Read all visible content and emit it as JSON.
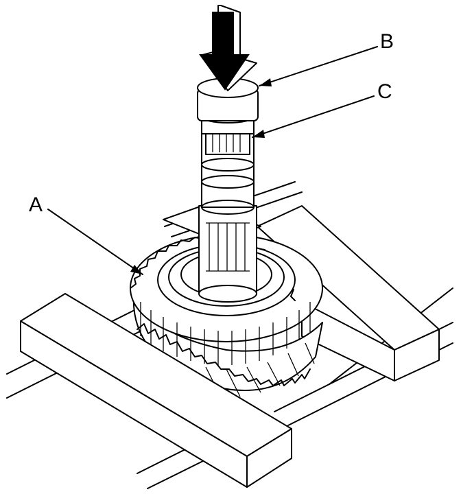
{
  "figure": {
    "description_free": true,
    "stroke_color": "#000000",
    "background_color": "#ffffff"
  },
  "callouts": {
    "a": {
      "label": "A"
    },
    "b": {
      "label": "B"
    },
    "c": {
      "label": "C"
    }
  },
  "icons": {
    "press_direction": "down-arrow-icon"
  }
}
